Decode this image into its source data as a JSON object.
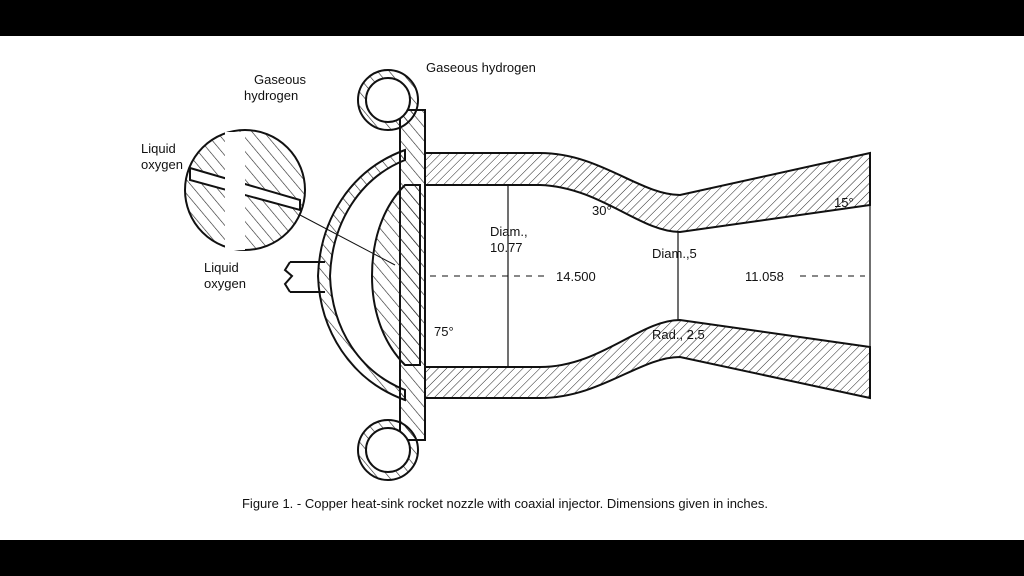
{
  "labels": {
    "gaseous_hydrogen_top": "Gaseous hydrogen",
    "detail_gaseous_1": "Gaseous",
    "detail_gaseous_2": "hydrogen",
    "detail_lox_1": "Liquid",
    "detail_lox_2": "oxygen",
    "inlet_lox_1": "Liquid",
    "inlet_lox_2": "oxygen",
    "chamber_diam_1": "Diam.,",
    "chamber_diam_2": "10.77",
    "chamber_length": "14.500",
    "throat_diam": "Diam.,5",
    "exit_length": "11.058",
    "throat_radius": "Rad., 2.5",
    "angle_converge": "30°",
    "angle_diverge": "15°",
    "angle_injector": "75°"
  },
  "caption": "Figure 1. - Copper heat-sink rocket nozzle with coaxial injector.  Dimensions given in inches."
}
